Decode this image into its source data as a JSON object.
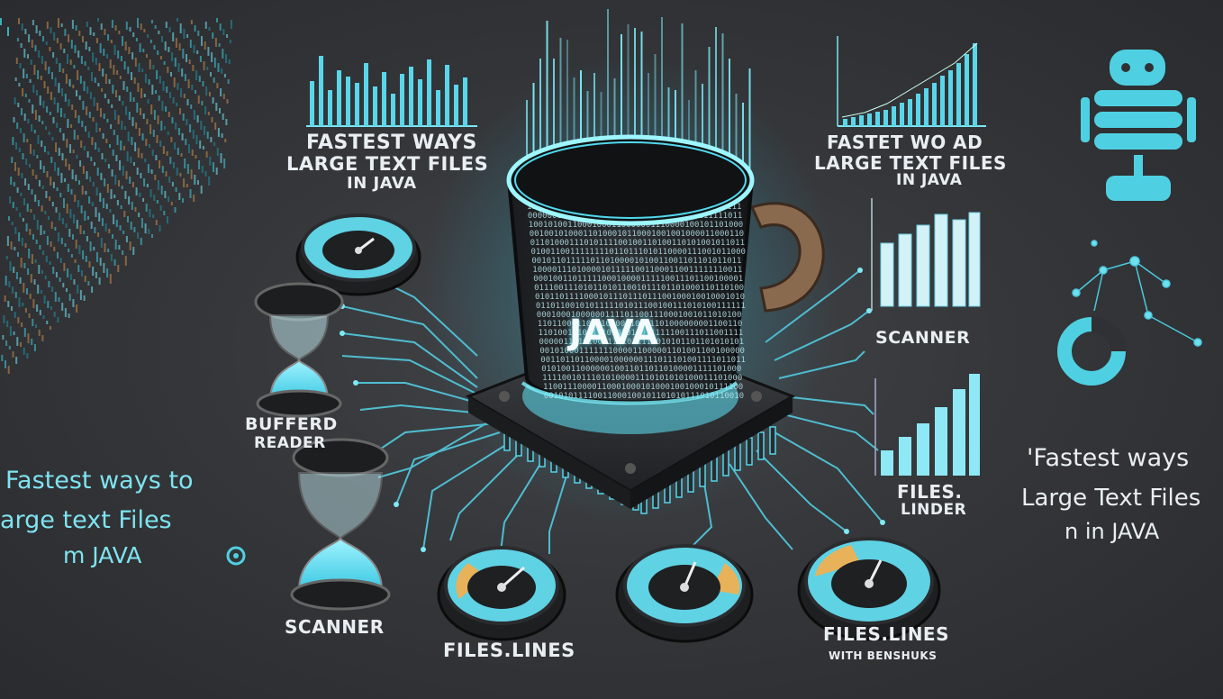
{
  "mug": {
    "label": "JAVA"
  },
  "headline_left": {
    "line1": "FASTEST WAYS",
    "line2": "LARGE TEXT FILES",
    "line3": "IN JAVA"
  },
  "headline_right": {
    "line1": "FASTET WO AD",
    "line2": "LARGE TEXT FILES",
    "line3": "IN JAVA"
  },
  "side_left": {
    "line1": "Fastest ways to",
    "line2": "arge text Files",
    "line3": "m JAVA"
  },
  "side_right": {
    "line1": "'Fastest ways",
    "line2": "Large Text Files",
    "line3": "n  in JAVA"
  },
  "labels": {
    "buffered_reader_1": "BUFFERD",
    "buffered_reader_2": "READER",
    "scanner_left": "SCANNER",
    "files_lines_center": "FILES.LINES",
    "files_lines_right_1": "FILES.LINES",
    "files_lines_right_2": "WITH BENSHUKS",
    "scanner_right": "SCANNER",
    "files_linder_1": "FILES.",
    "files_linder_2": "LINDER"
  },
  "colors": {
    "accent": "#4fd8ea",
    "background": "#35373a",
    "gauge_orange": "#e8b25a"
  },
  "icons": [
    "java-mug-icon",
    "hourglass-icon",
    "speedometer-icon",
    "database-icon",
    "bar-chart-icon",
    "network-graph-icon",
    "cpu-chip-icon"
  ]
}
